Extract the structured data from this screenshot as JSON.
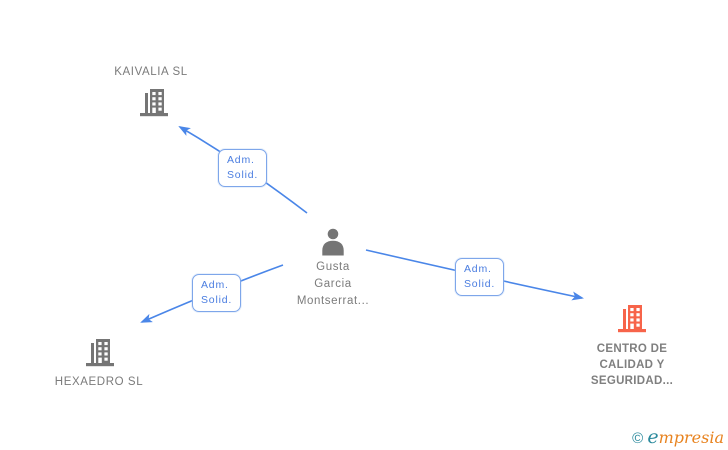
{
  "colors": {
    "edge-blue": "#4a86e8",
    "box-border": "#7ea6ea",
    "box-text": "#4a7de0",
    "node-gray": "#757575",
    "label-gray": "#7b7b7b",
    "highlight-orange": "#f7644a",
    "logo-teal": "#2b8a9d",
    "logo-orange": "#e8831f",
    "bg": "#ffffff"
  },
  "graph": {
    "person": {
      "line1": "Gusta",
      "line2": "Garcia",
      "line3": "Montserrat..."
    },
    "companies": {
      "kaivalia": {
        "label": "KAIVALIA SL"
      },
      "hexaedro": {
        "label": "HEXAEDRO SL"
      },
      "centro": {
        "line1": "CENTRO DE",
        "line2": "CALIDAD Y",
        "line3": "SEGURIDAD..."
      }
    },
    "edges": [
      {
        "line1": "Adm.",
        "line2": "Solid."
      },
      {
        "line1": "Adm.",
        "line2": "Solid."
      },
      {
        "line1": "Adm.",
        "line2": "Solid."
      }
    ]
  },
  "watermark": {
    "copyright_symbol": "©",
    "brand_first_letter": "e",
    "brand_rest": "mpresia"
  }
}
